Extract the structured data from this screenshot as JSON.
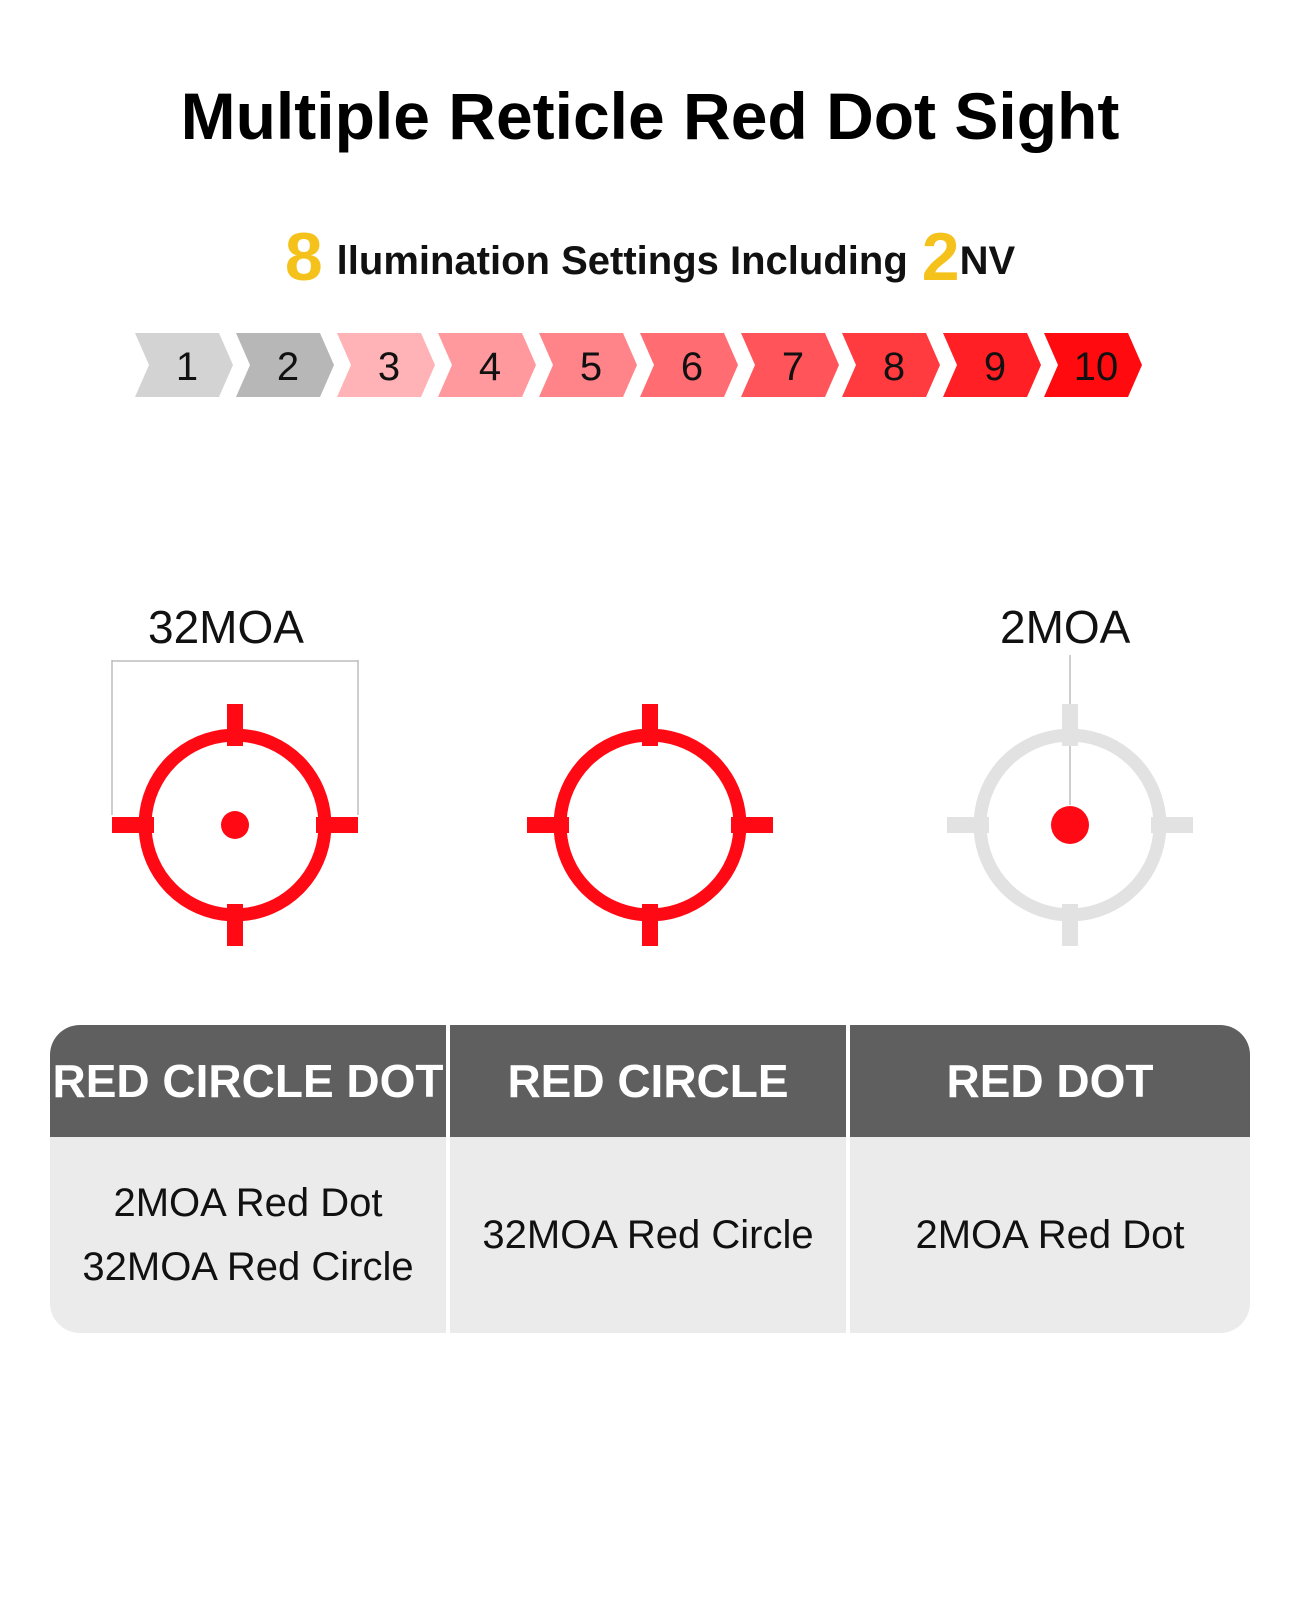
{
  "title": "Multiple Reticle Red Dot Sight",
  "subtitle": {
    "count": "8",
    "text": "llumination Settings Including",
    "nv_count": "2",
    "nv_label": "NV"
  },
  "levels": [
    {
      "label": "1",
      "color": "#d3d3d3"
    },
    {
      "label": "2",
      "color": "#b7b7b7"
    },
    {
      "label": "3",
      "color": "#ffb3b6"
    },
    {
      "label": "4",
      "color": "#ff999d"
    },
    {
      "label": "5",
      "color": "#ff8489"
    },
    {
      "label": "6",
      "color": "#ff6c72"
    },
    {
      "label": "7",
      "color": "#ff5459"
    },
    {
      "label": "8",
      "color": "#ff3b40"
    },
    {
      "label": "9",
      "color": "#ff1f24"
    },
    {
      "label": "10",
      "color": "#ff0a0f"
    }
  ],
  "reticle_labels": {
    "circle_size": "32MOA",
    "dot_size": "2MOA"
  },
  "colors": {
    "accent_yellow": "#f5c21b",
    "reticle_red": "#ff0a14",
    "reticle_inactive": "#e2e2e2",
    "header_bg": "#5f5f5f",
    "cell_bg": "#ebebeb"
  },
  "table": {
    "columns": [
      {
        "header": "RED CIRCLE DOT",
        "lines": [
          "2MOA Red Dot",
          "32MOA Red Circle"
        ]
      },
      {
        "header": "RED CIRCLE",
        "lines": [
          "32MOA Red Circle"
        ]
      },
      {
        "header": "RED DOT",
        "lines": [
          "2MOA Red Dot"
        ]
      }
    ]
  }
}
